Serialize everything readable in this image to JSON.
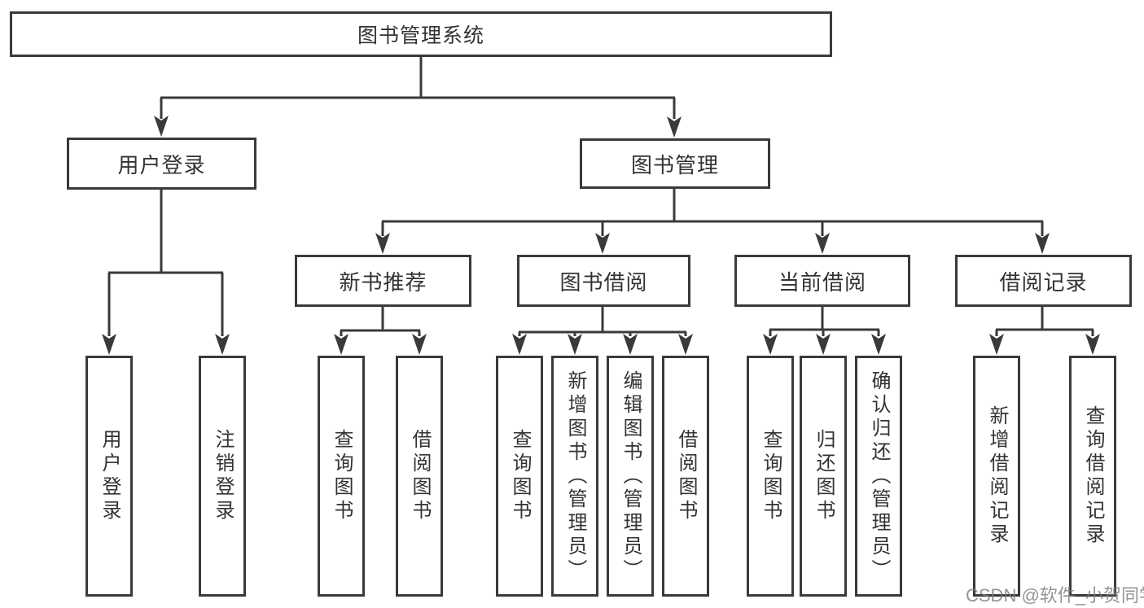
{
  "diagram": {
    "root": {
      "label": "图书管理系统"
    },
    "user_login": {
      "label": "用户登录",
      "children": [
        "用户登录",
        "注销登录"
      ]
    },
    "book_mgmt": {
      "label": "图书管理",
      "new_book_rec": {
        "label": "新书推荐",
        "children": [
          "查询图书",
          "借阅图书"
        ]
      },
      "book_borrow": {
        "label": "图书借阅",
        "children": [
          "查询图书",
          "新增图书（管理员）",
          "编辑图书（管理员）",
          "借阅图书"
        ]
      },
      "current_borrow": {
        "label": "当前借阅",
        "children": [
          "查询图书",
          "归还图书",
          "确认归还（管理员）"
        ]
      },
      "borrow_records": {
        "label": "借阅记录",
        "children": [
          "新增借阅记录",
          "查询借阅记录"
        ]
      }
    }
  },
  "watermark": "CSDN @软件_小贺同学",
  "colors": {
    "line": "#3a3a3a",
    "text": "#333333",
    "watermark": "#8a8a8a"
  }
}
